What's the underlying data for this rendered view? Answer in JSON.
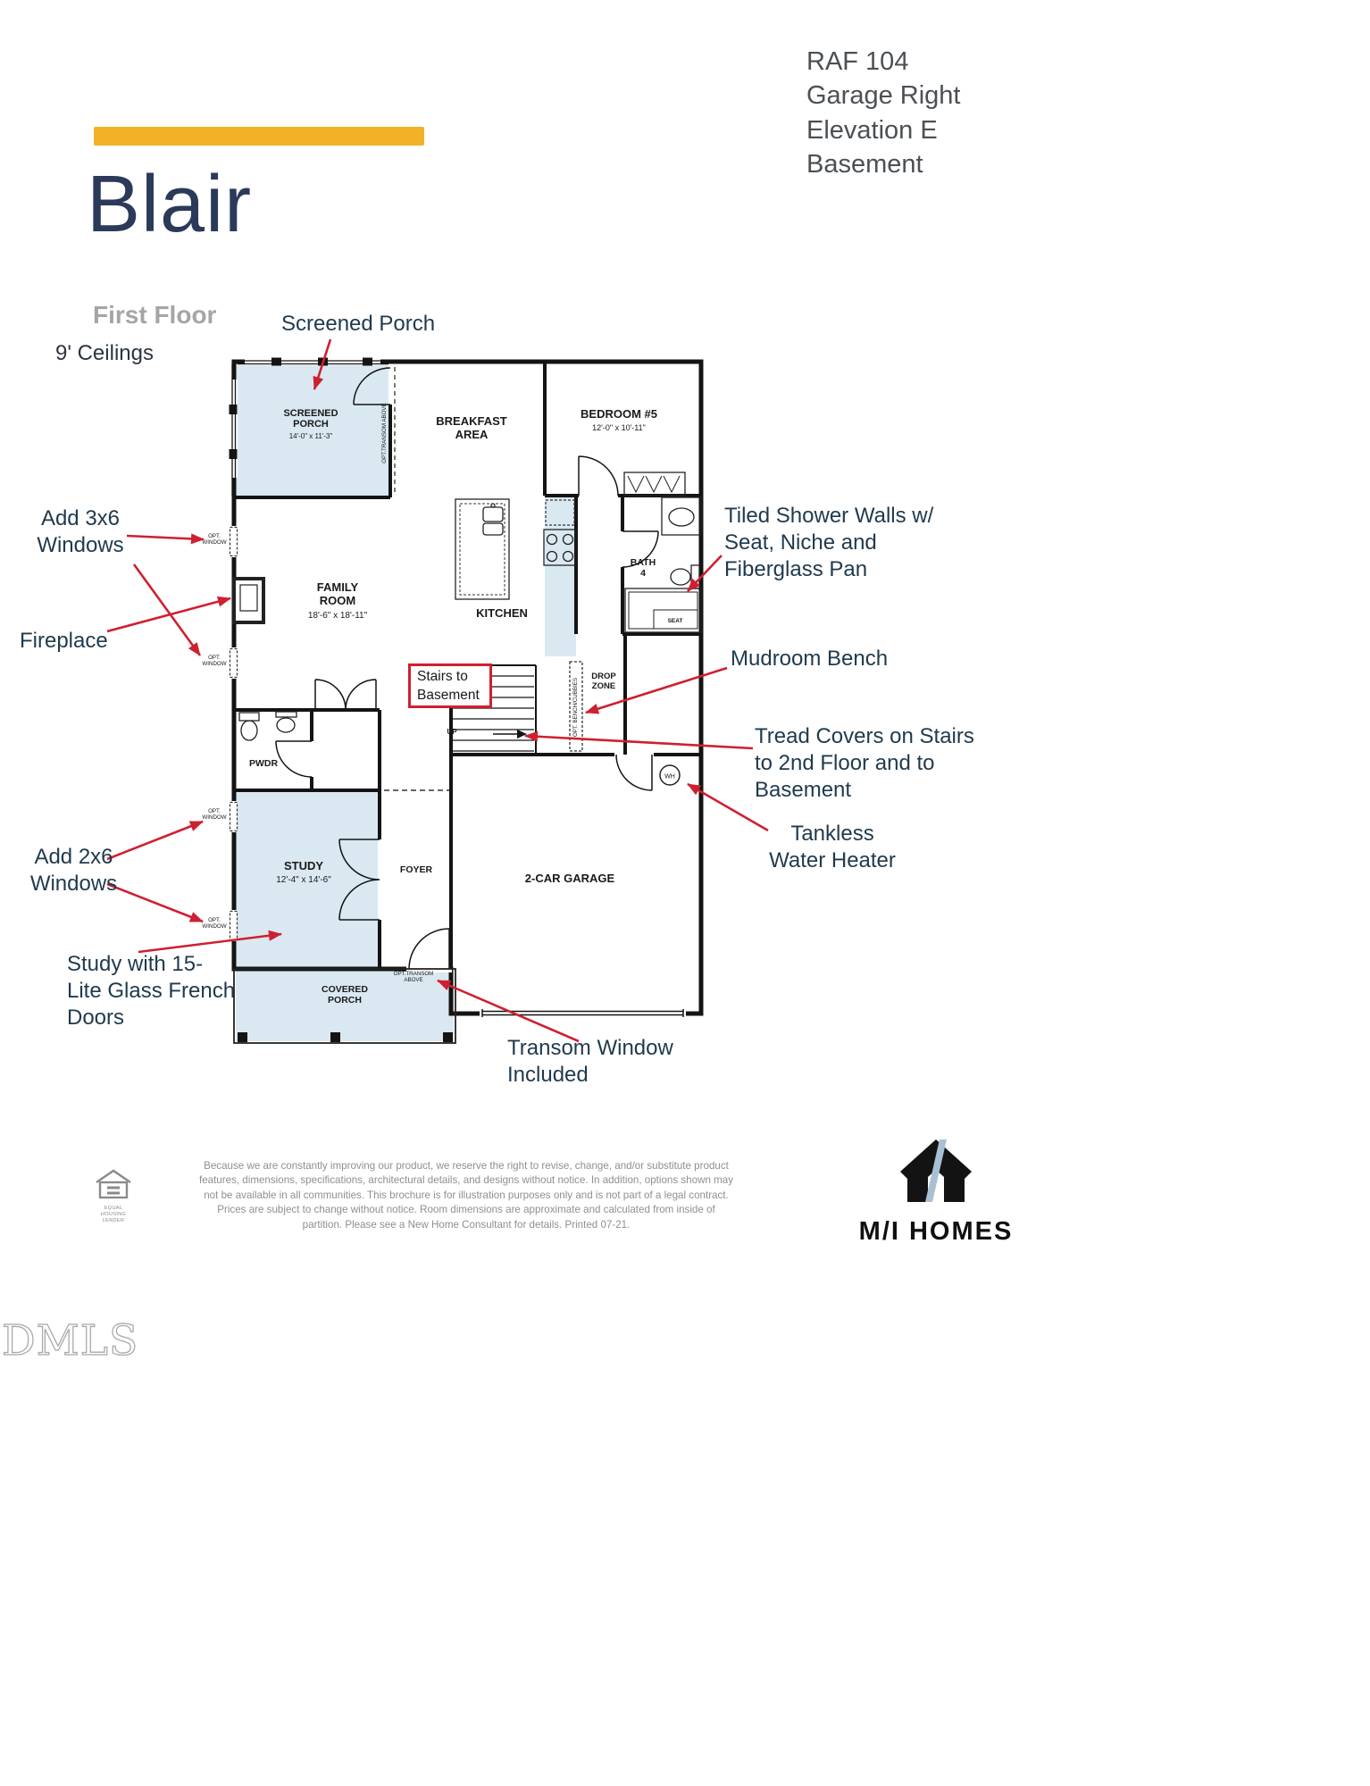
{
  "header": {
    "plan_code": "RAF 104",
    "spec_line1": "Garage Right",
    "spec_line2": "Elevation E",
    "spec_line3": "Basement",
    "plan_name": "Blair",
    "floor_label": "First Floor",
    "ceiling_note": "9' Ceilings"
  },
  "plan": {
    "rooms": {
      "screened_porch": {
        "l1": "SCREENED",
        "l2": "PORCH",
        "dims": "14'-0\" x 11'-3\""
      },
      "breakfast": {
        "l1": "BREAKFAST",
        "l2": "AREA"
      },
      "bedroom5": {
        "name": "BEDROOM #5",
        "dims": "12'-0\" x 10'-11\""
      },
      "family": {
        "l1": "FAMILY",
        "l2": "ROOM",
        "dims": "18'-6\" x 18'-11\""
      },
      "kitchen": {
        "name": "KITCHEN"
      },
      "bath4": {
        "l1": "BATH",
        "l2": "4"
      },
      "drop": {
        "l1": "DROP",
        "l2": "ZONE"
      },
      "pwdr": {
        "name": "PWDR"
      },
      "study": {
        "name": "STUDY",
        "dims": "12'-4\" x 14'-6\""
      },
      "foyer": {
        "name": "FOYER"
      },
      "garage": {
        "name": "2-CAR GARAGE"
      },
      "covered_porch": {
        "l1": "COVERED",
        "l2": "PORCH"
      }
    },
    "labels": {
      "opt_l1": "OPT.",
      "opt_l2": "WINDOW",
      "transom": "OPT.TRANSOM ABOVE",
      "transom_l1": "OPT.TRANSOM",
      "transom_l2": "ABOVE",
      "bench": "OPT. BENCH/CUBBIES",
      "seat": "SEAT",
      "up": "UP",
      "wh": "WH"
    }
  },
  "callouts": {
    "screened": "Screened Porch",
    "add3x6": "Add 3x6\nWindows",
    "fireplace": "Fireplace",
    "shower": "Tiled Shower Walls w/\nSeat, Niche and\nFiberglass Pan",
    "mudroom": "Mudroom Bench",
    "tread": "Tread Covers on Stairs\nto 2nd Floor and to\nBasement",
    "tankless": "Tankless\nWater Heater",
    "add2x6": "Add 2x6\nWindows",
    "study_doors": "Study with 15-\nLite Glass French\nDoors",
    "transom": "Transom Window\nIncluded",
    "stairs_box": "Stairs to\nBasement"
  },
  "footer": {
    "disclaimer": "Because we are constantly improving our product, we reserve the right to revise, change, and/or substitute product features, dimensions, specifications, architectural details, and designs without notice. In addition, options shown may not be available in all communities. This brochure is for illustration purposes only and is not part of a legal contract. Prices are subject to change without notice. Room dimensions are approximate and calculated from inside of partition. Please see a New Home Consultant for details. Printed 07-21.",
    "brand": "M/I HOMES",
    "ehl": "EQUAL HOUSING\nLENDER",
    "watermark": "DMLS"
  },
  "colors": {
    "accent_yellow": "#F2B126",
    "annotation_red": "#CE2030",
    "title_navy": "#2B3A59",
    "room_fill": "#D9E8F1"
  }
}
